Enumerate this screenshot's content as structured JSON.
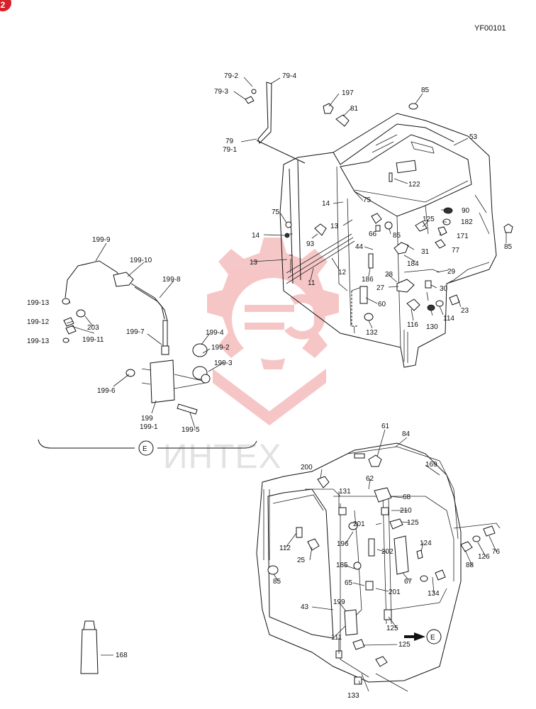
{
  "header": {
    "diagram_code": "YF00101",
    "badge": "2"
  },
  "watermark": {
    "text": "ИНТЕХ"
  },
  "view_marker": {
    "label": "E"
  },
  "callouts": [
    {
      "id": "c-79-2",
      "text": "79-2"
    },
    {
      "id": "c-79-4",
      "text": "79-4"
    },
    {
      "id": "c-79-3",
      "text": "79-3"
    },
    {
      "id": "c-79",
      "text": "79"
    },
    {
      "id": "c-79-1",
      "text": "79-1"
    },
    {
      "id": "c-197",
      "text": "197"
    },
    {
      "id": "c-81",
      "text": "81"
    },
    {
      "id": "c-85a",
      "text": "85"
    },
    {
      "id": "c-53",
      "text": "53"
    },
    {
      "id": "c-122",
      "text": "122"
    },
    {
      "id": "c-14a",
      "text": "14"
    },
    {
      "id": "c-75a",
      "text": "75"
    },
    {
      "id": "c-13a",
      "text": "13"
    },
    {
      "id": "c-75b",
      "text": "75"
    },
    {
      "id": "c-14b",
      "text": "14"
    },
    {
      "id": "c-66",
      "text": "66"
    },
    {
      "id": "c-85b",
      "text": "85"
    },
    {
      "id": "c-125a",
      "text": "125"
    },
    {
      "id": "c-90",
      "text": "90"
    },
    {
      "id": "c-182",
      "text": "182"
    },
    {
      "id": "c-171",
      "text": "171"
    },
    {
      "id": "c-85c",
      "text": "85"
    },
    {
      "id": "c-93",
      "text": "93"
    },
    {
      "id": "c-44",
      "text": "44"
    },
    {
      "id": "c-31",
      "text": "31"
    },
    {
      "id": "c-77",
      "text": "77"
    },
    {
      "id": "c-13b",
      "text": "13"
    },
    {
      "id": "c-12",
      "text": "12"
    },
    {
      "id": "c-11",
      "text": "11"
    },
    {
      "id": "c-184",
      "text": "184"
    },
    {
      "id": "c-186",
      "text": "186"
    },
    {
      "id": "c-28",
      "text": "28"
    },
    {
      "id": "c-29",
      "text": "29"
    },
    {
      "id": "c-27",
      "text": "27"
    },
    {
      "id": "c-30",
      "text": "30"
    },
    {
      "id": "c-60",
      "text": "60"
    },
    {
      "id": "c-23",
      "text": "23"
    },
    {
      "id": "c-116",
      "text": "116"
    },
    {
      "id": "c-114",
      "text": "114"
    },
    {
      "id": "c-130",
      "text": "130"
    },
    {
      "id": "c-132",
      "text": "132"
    },
    {
      "id": "c-199-9",
      "text": "199-9"
    },
    {
      "id": "c-199-10",
      "text": "199-10"
    },
    {
      "id": "c-199-8",
      "text": "199-8"
    },
    {
      "id": "c-199-13a",
      "text": "199-13"
    },
    {
      "id": "c-199-12",
      "text": "199-12"
    },
    {
      "id": "c-203",
      "text": "203"
    },
    {
      "id": "c-199-13b",
      "text": "199-13"
    },
    {
      "id": "c-199-11",
      "text": "199-11"
    },
    {
      "id": "c-199-7",
      "text": "199-7"
    },
    {
      "id": "c-199-4",
      "text": "199-4"
    },
    {
      "id": "c-199-2",
      "text": "199-2"
    },
    {
      "id": "c-199-3",
      "text": "199-3"
    },
    {
      "id": "c-199-6",
      "text": "199-6"
    },
    {
      "id": "c-199",
      "text": "199"
    },
    {
      "id": "c-199-1",
      "text": "199-1"
    },
    {
      "id": "c-199-5",
      "text": "199-5"
    },
    {
      "id": "c-61",
      "text": "61"
    },
    {
      "id": "c-84",
      "text": "84"
    },
    {
      "id": "c-200",
      "text": "200"
    },
    {
      "id": "c-169",
      "text": "169"
    },
    {
      "id": "c-62",
      "text": "62"
    },
    {
      "id": "c-131",
      "text": "131"
    },
    {
      "id": "c-68",
      "text": "68"
    },
    {
      "id": "c-210",
      "text": "210"
    },
    {
      "id": "c-201a",
      "text": "201"
    },
    {
      "id": "c-125b",
      "text": "125"
    },
    {
      "id": "c-112",
      "text": "112"
    },
    {
      "id": "c-196",
      "text": "196"
    },
    {
      "id": "c-124",
      "text": "124"
    },
    {
      "id": "c-202",
      "text": "202"
    },
    {
      "id": "c-25",
      "text": "25"
    },
    {
      "id": "c-88",
      "text": "88"
    },
    {
      "id": "c-126",
      "text": "126"
    },
    {
      "id": "c-76",
      "text": "76"
    },
    {
      "id": "c-185",
      "text": "185"
    },
    {
      "id": "c-85d",
      "text": "85"
    },
    {
      "id": "c-65",
      "text": "65"
    },
    {
      "id": "c-67",
      "text": "67"
    },
    {
      "id": "c-134",
      "text": "134"
    },
    {
      "id": "c-201b",
      "text": "201"
    },
    {
      "id": "c-43",
      "text": "43"
    },
    {
      "id": "c-199b",
      "text": "199"
    },
    {
      "id": "c-125c",
      "text": "125"
    },
    {
      "id": "c-111",
      "text": "111"
    },
    {
      "id": "c-125d",
      "text": "125"
    },
    {
      "id": "c-168",
      "text": "168"
    },
    {
      "id": "c-133",
      "text": "133"
    }
  ]
}
